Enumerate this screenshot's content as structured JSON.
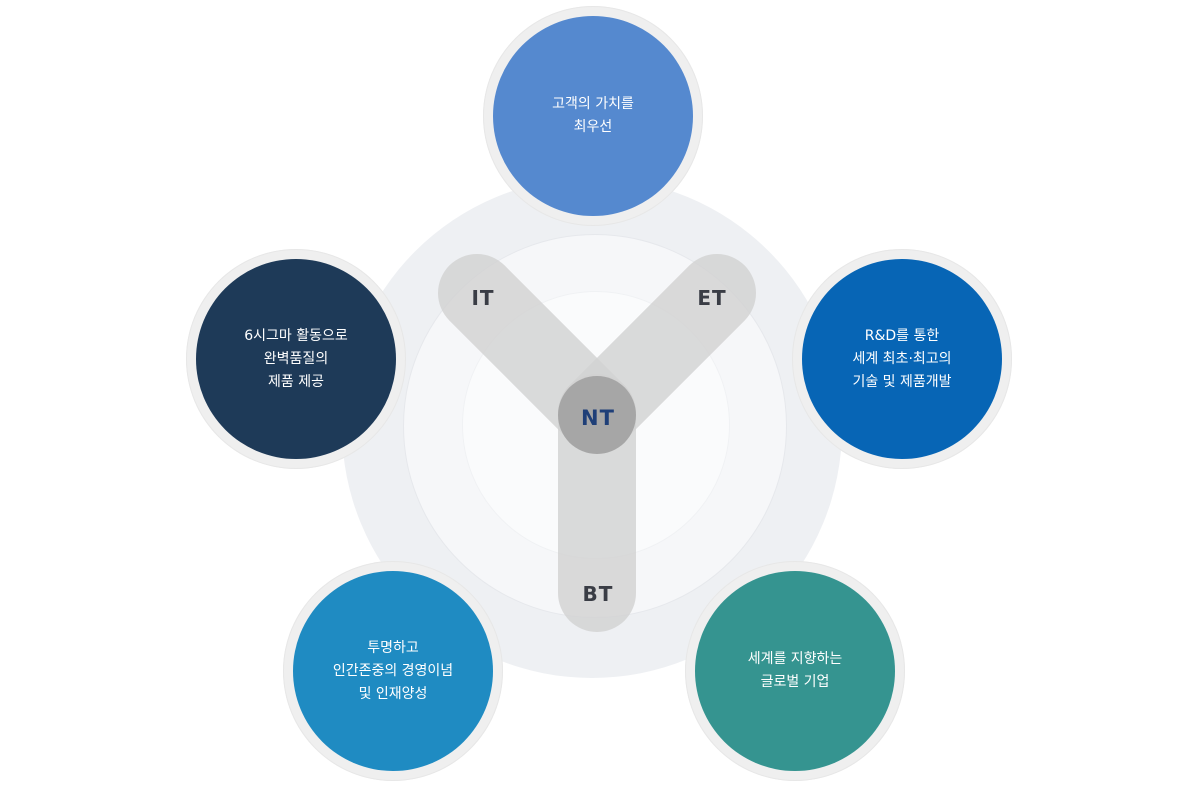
{
  "center": {
    "core_label": "NT",
    "branches": [
      {
        "id": "it",
        "label": "IT"
      },
      {
        "id": "et",
        "label": "ET"
      },
      {
        "id": "bt",
        "label": "BT"
      }
    ]
  },
  "values": [
    {
      "id": "top",
      "color": "#5589cf",
      "lines": [
        "고객의 가치를",
        "최우선"
      ]
    },
    {
      "id": "right",
      "color": "#0765b5",
      "lines": [
        "R&D를 통한",
        "세계 최초·최고의",
        "기술 및 제품개발"
      ]
    },
    {
      "id": "bottom-right",
      "color": "#359490",
      "lines": [
        "세계를 지향하는",
        "글로벌 기업"
      ]
    },
    {
      "id": "bottom-left",
      "color": "#1f8bc2",
      "lines": [
        "투명하고",
        "인간존중의 경영이념",
        "및 인재양성"
      ]
    },
    {
      "id": "left",
      "color": "#1e3a58",
      "lines": [
        "6시그마 활동으로",
        "완벽품질의",
        "제품 제공"
      ]
    }
  ]
}
